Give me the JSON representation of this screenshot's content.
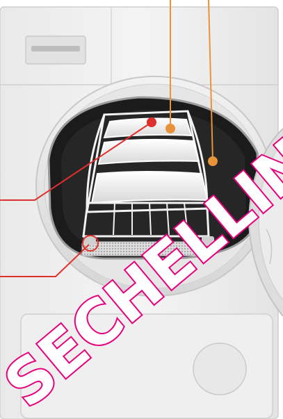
{
  "watermark": {
    "text": "SECHELLING",
    "color": "#e6007e"
  },
  "colors": {
    "callout_orange": "#e8923a",
    "callout_red": "#e0302b",
    "appliance_body": "#eeeeee",
    "drum_dark": "#1b1b1b"
  },
  "callouts": [
    {
      "id": "drying-rack",
      "color": "#e8923a"
    },
    {
      "id": "rack-support",
      "color": "#e8923a"
    },
    {
      "id": "drum-interior",
      "color": "#e0302b"
    },
    {
      "id": "lint-filter",
      "color": "#e0302b"
    }
  ]
}
